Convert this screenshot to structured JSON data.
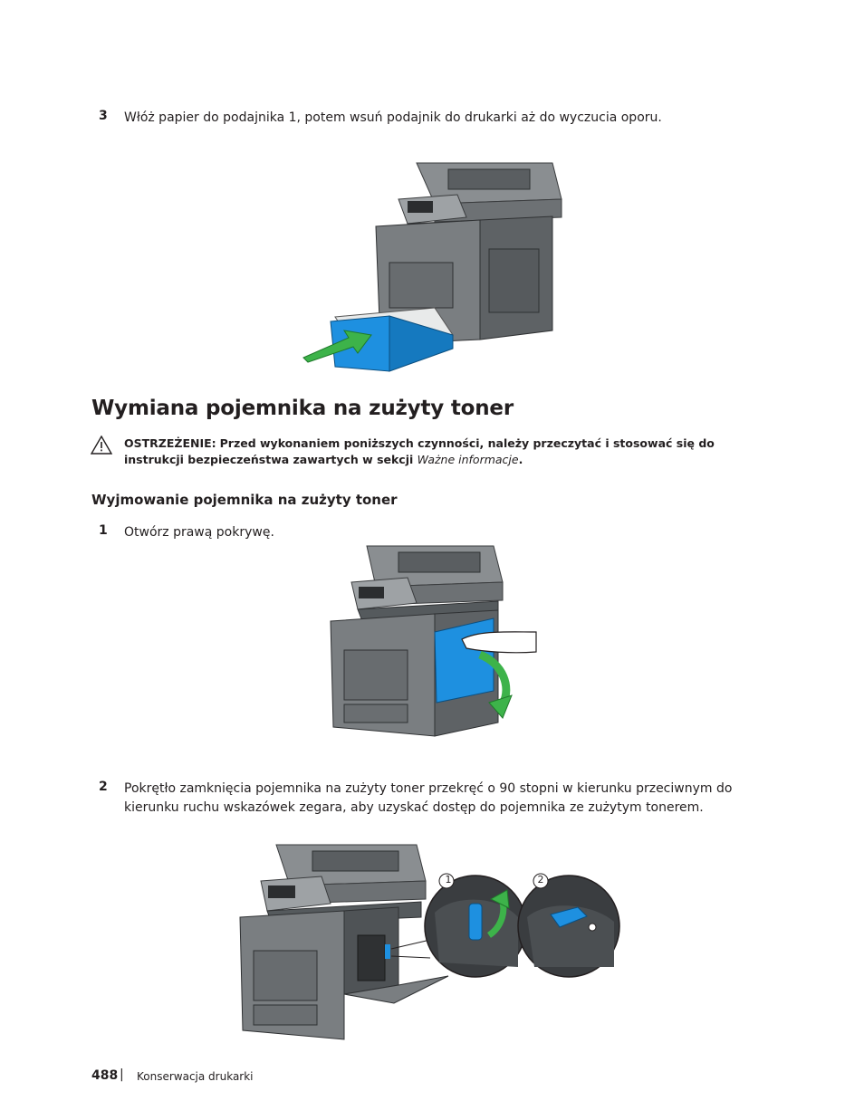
{
  "step3": {
    "num": "3",
    "text": "Włóż papier do podajnika 1, potem wsuń podajnik do drukarki aż do wyczucia oporu."
  },
  "section_title": "Wymiana pojemnika na zużyty toner",
  "warning": {
    "label": "OSTRZEŻENIE:",
    "text": "Przed wykonaniem poniższych czynności, należy przeczytać i stosować się do instrukcji bezpieczeństwa zawartych w sekcji ",
    "link": "Ważne informacje",
    "end": "."
  },
  "subsection_title": "Wyjmowanie pojemnika na zużyty toner",
  "step1": {
    "num": "1",
    "text": "Otwórz prawą pokrywę."
  },
  "step2": {
    "num": "2",
    "text": "Pokrętło zamknięcia pojemnika na zużyty toner przekręć o 90 stopni w kierunku przeciwnym do kierunku ruchu wskazówek zegara, aby uzyskać dostęp do pojemnika ze zużytym tonerem."
  },
  "callouts": [
    "1",
    "2"
  ],
  "footer": {
    "page": "488",
    "separator": "|",
    "title": "Konserwacja drukarki"
  },
  "colors": {
    "accent_blue": "#1e90e0",
    "arrow_green": "#3db34a",
    "printer_gray": "#6d7174"
  }
}
